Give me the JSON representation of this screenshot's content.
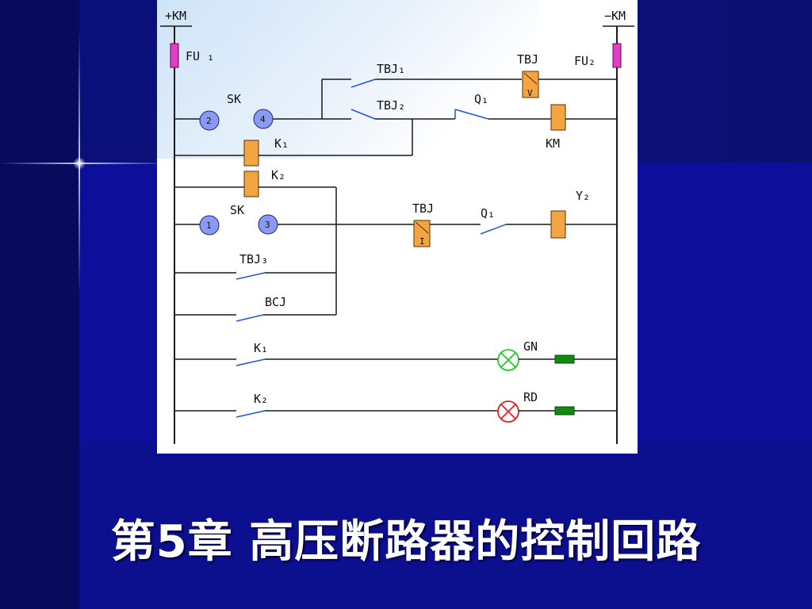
{
  "slide": {
    "title": "第5章  高压断路器的控制回路"
  },
  "diagram": {
    "labels": {
      "pos_bus": "+KM",
      "neg_bus": "−KM",
      "fu1": "FU ₁",
      "fu2": "FU₂",
      "tbj1": "TBJ₁",
      "tbj_top": "TBJ",
      "tbj2": "TBJ₂",
      "q1_top": "Q₁",
      "km": "KM",
      "sk_top": "SK",
      "k1_coil": "K₁",
      "k2_coil": "K₂",
      "sk_bottom": "SK",
      "tbj_mid": "TBJ",
      "q1_mid": "Q₁",
      "y2": "Y₂",
      "tbj3": "TBJ₃",
      "bcj": "BCJ",
      "k1_contact": "K₁",
      "gn": "GN",
      "k2_contact": "K₂",
      "rd": "RD"
    },
    "switch_positions": {
      "p2": "2",
      "p4": "4",
      "p1": "1",
      "p3": "3"
    },
    "relay_marks": {
      "v": "V",
      "i": "I"
    },
    "colors": {
      "wire": "#1a1a1a",
      "contact": "#2255dd",
      "coil": "#f2a540",
      "fuse": "#e040c0",
      "switch_circle": "#8a9af0",
      "green_lamp": "#22cc22",
      "red_lamp": "#dd2222",
      "resistor": "#128a12"
    }
  }
}
